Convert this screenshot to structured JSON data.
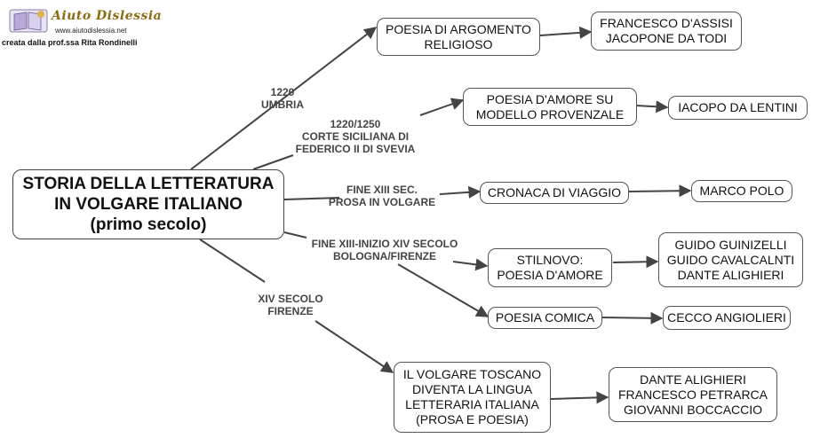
{
  "header": {
    "logo_title": "Aiuto Dislessia",
    "logo_url": "www.aiutodislessia.net",
    "credit": "creata dalla prof.ssa Rita Rondinelli"
  },
  "root": {
    "lines": [
      "STORIA DELLA LETTERATURA",
      "IN VOLGARE ITALIANO",
      "(primo secolo)"
    ]
  },
  "branches": [
    {
      "label": [
        "1220",
        "UMBRIA"
      ],
      "topic": [
        "POESIA DI ARGOMENTO",
        "RELIGIOSO"
      ],
      "authors": [
        "FRANCESCO D'ASSISI",
        "JACOPONE DA TODI"
      ]
    },
    {
      "label": [
        "1220/1250",
        "CORTE SICILIANA DI",
        "FEDERICO II DI SVEVIA"
      ],
      "topic": [
        "POESIA D'AMORE SU",
        "MODELLO PROVENZALE"
      ],
      "authors": [
        "IACOPO DA LENTINI"
      ]
    },
    {
      "label": [
        "FINE XIII SEC.",
        "PROSA IN VOLGARE"
      ],
      "topic": [
        "CRONACA DI VIAGGIO"
      ],
      "authors": [
        "MARCO POLO"
      ]
    },
    {
      "label": [
        "FINE XIII-INIZIO XIV SECOLO",
        "BOLOGNA/FIRENZE"
      ],
      "topic": [
        "STILNOVO:",
        "POESIA D'AMORE"
      ],
      "authors": [
        "GUIDO GUINIZELLI",
        "GUIDO CAVALCALNTI",
        "DANTE ALIGHIERI"
      ],
      "topic2": [
        "POESIA COMICA"
      ],
      "authors2": [
        "CECCO ANGIOLIERI"
      ]
    },
    {
      "label": [
        "XIV SECOLO",
        "FIRENZE"
      ],
      "topic": [
        "IL VOLGARE TOSCANO",
        "DIVENTA LA LINGUA",
        "LETTERARIA ITALIANA",
        "(PROSA E POESIA)"
      ],
      "authors": [
        "DANTE ALIGHIERI",
        "FRANCESCO PETRARCA",
        "GIOVANNI BOCCACCIO"
      ]
    }
  ]
}
